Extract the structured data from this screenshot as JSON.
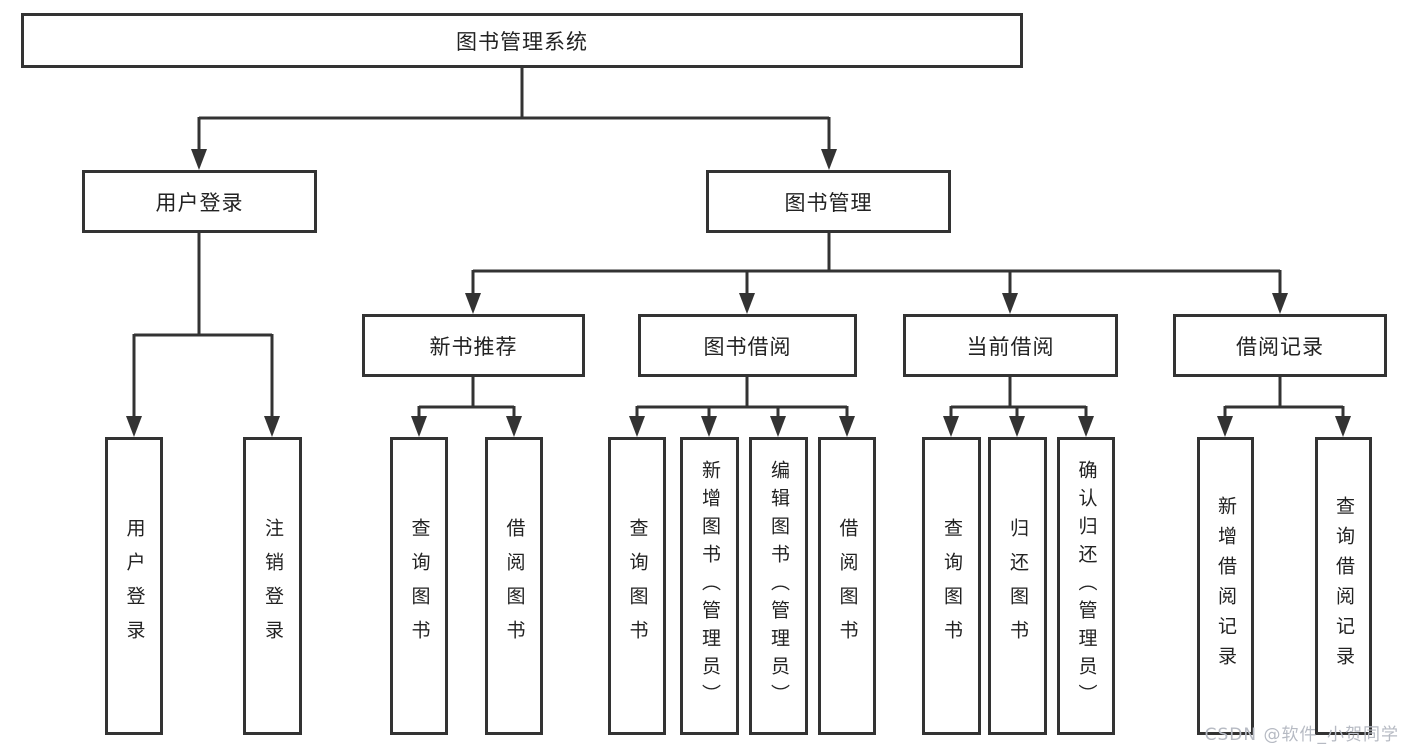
{
  "diagram": {
    "root": {
      "label": "图书管理系统"
    },
    "level2": [
      {
        "label": "用户登录"
      },
      {
        "label": "图书管理"
      }
    ],
    "level3": [
      {
        "label": "新书推荐"
      },
      {
        "label": "图书借阅"
      },
      {
        "label": "当前借阅"
      },
      {
        "label": "借阅记录"
      }
    ],
    "leaves": [
      {
        "label": "用户登录"
      },
      {
        "label": "注销登录"
      },
      {
        "label": "查询图书"
      },
      {
        "label": "借阅图书"
      },
      {
        "label": "查询图书"
      },
      {
        "label": "新增图书（管理员）"
      },
      {
        "label": "编辑图书（管理员）"
      },
      {
        "label": "借阅图书"
      },
      {
        "label": "查询图书"
      },
      {
        "label": "归还图书"
      },
      {
        "label": "确认归还（管理员）"
      },
      {
        "label": "新增借阅记录"
      },
      {
        "label": "查询借阅记录"
      }
    ],
    "watermark": "CSDN @软件_小贺同学",
    "colors": {
      "line": "#333333",
      "text": "#222222",
      "watermark": "#b6bac3",
      "background": "#ffffff"
    }
  }
}
